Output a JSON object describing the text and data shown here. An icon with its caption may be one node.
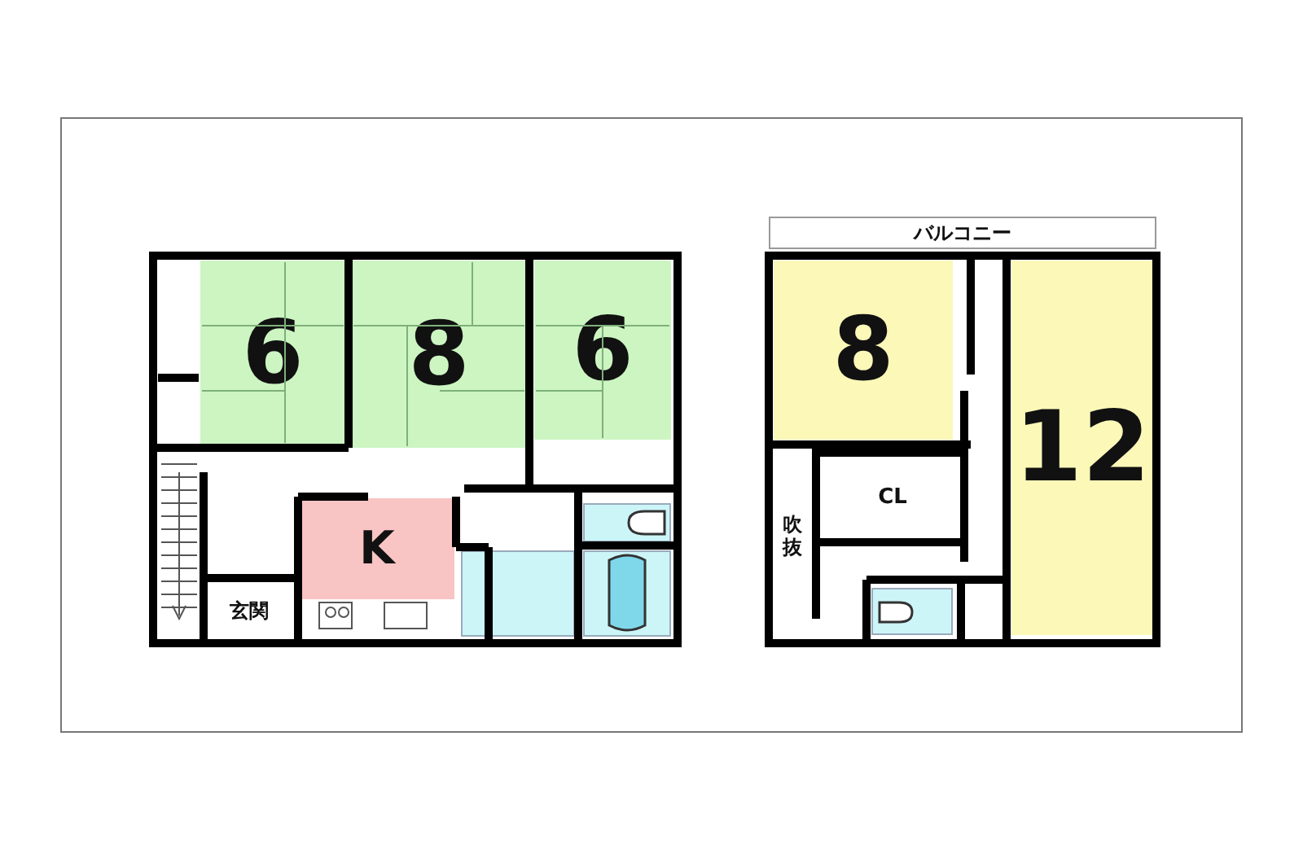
{
  "diagram": {
    "nodes": [
      {
        "text": [
          "6"
        ]
      },
      {
        "text": [
          "8"
        ]
      },
      {
        "text": [
          "6"
        ]
      },
      {
        "text": [
          "K"
        ]
      },
      {
        "text": [
          "玄関"
        ]
      },
      {
        "text": [],
        "shape": "box"
      },
      {
        "text": [],
        "shape": "box"
      },
      {
        "text": [],
        "shape": "box"
      },
      {
        "text": [
          "バルコニー"
        ]
      },
      {
        "text": [
          "8"
        ]
      },
      {
        "text": [
          "CL"
        ]
      },
      {
        "text": [
          "吹抜"
        ]
      },
      {
        "text": [
          "12"
        ]
      },
      {
        "text": [],
        "shape": "box"
      }
    ]
  }
}
